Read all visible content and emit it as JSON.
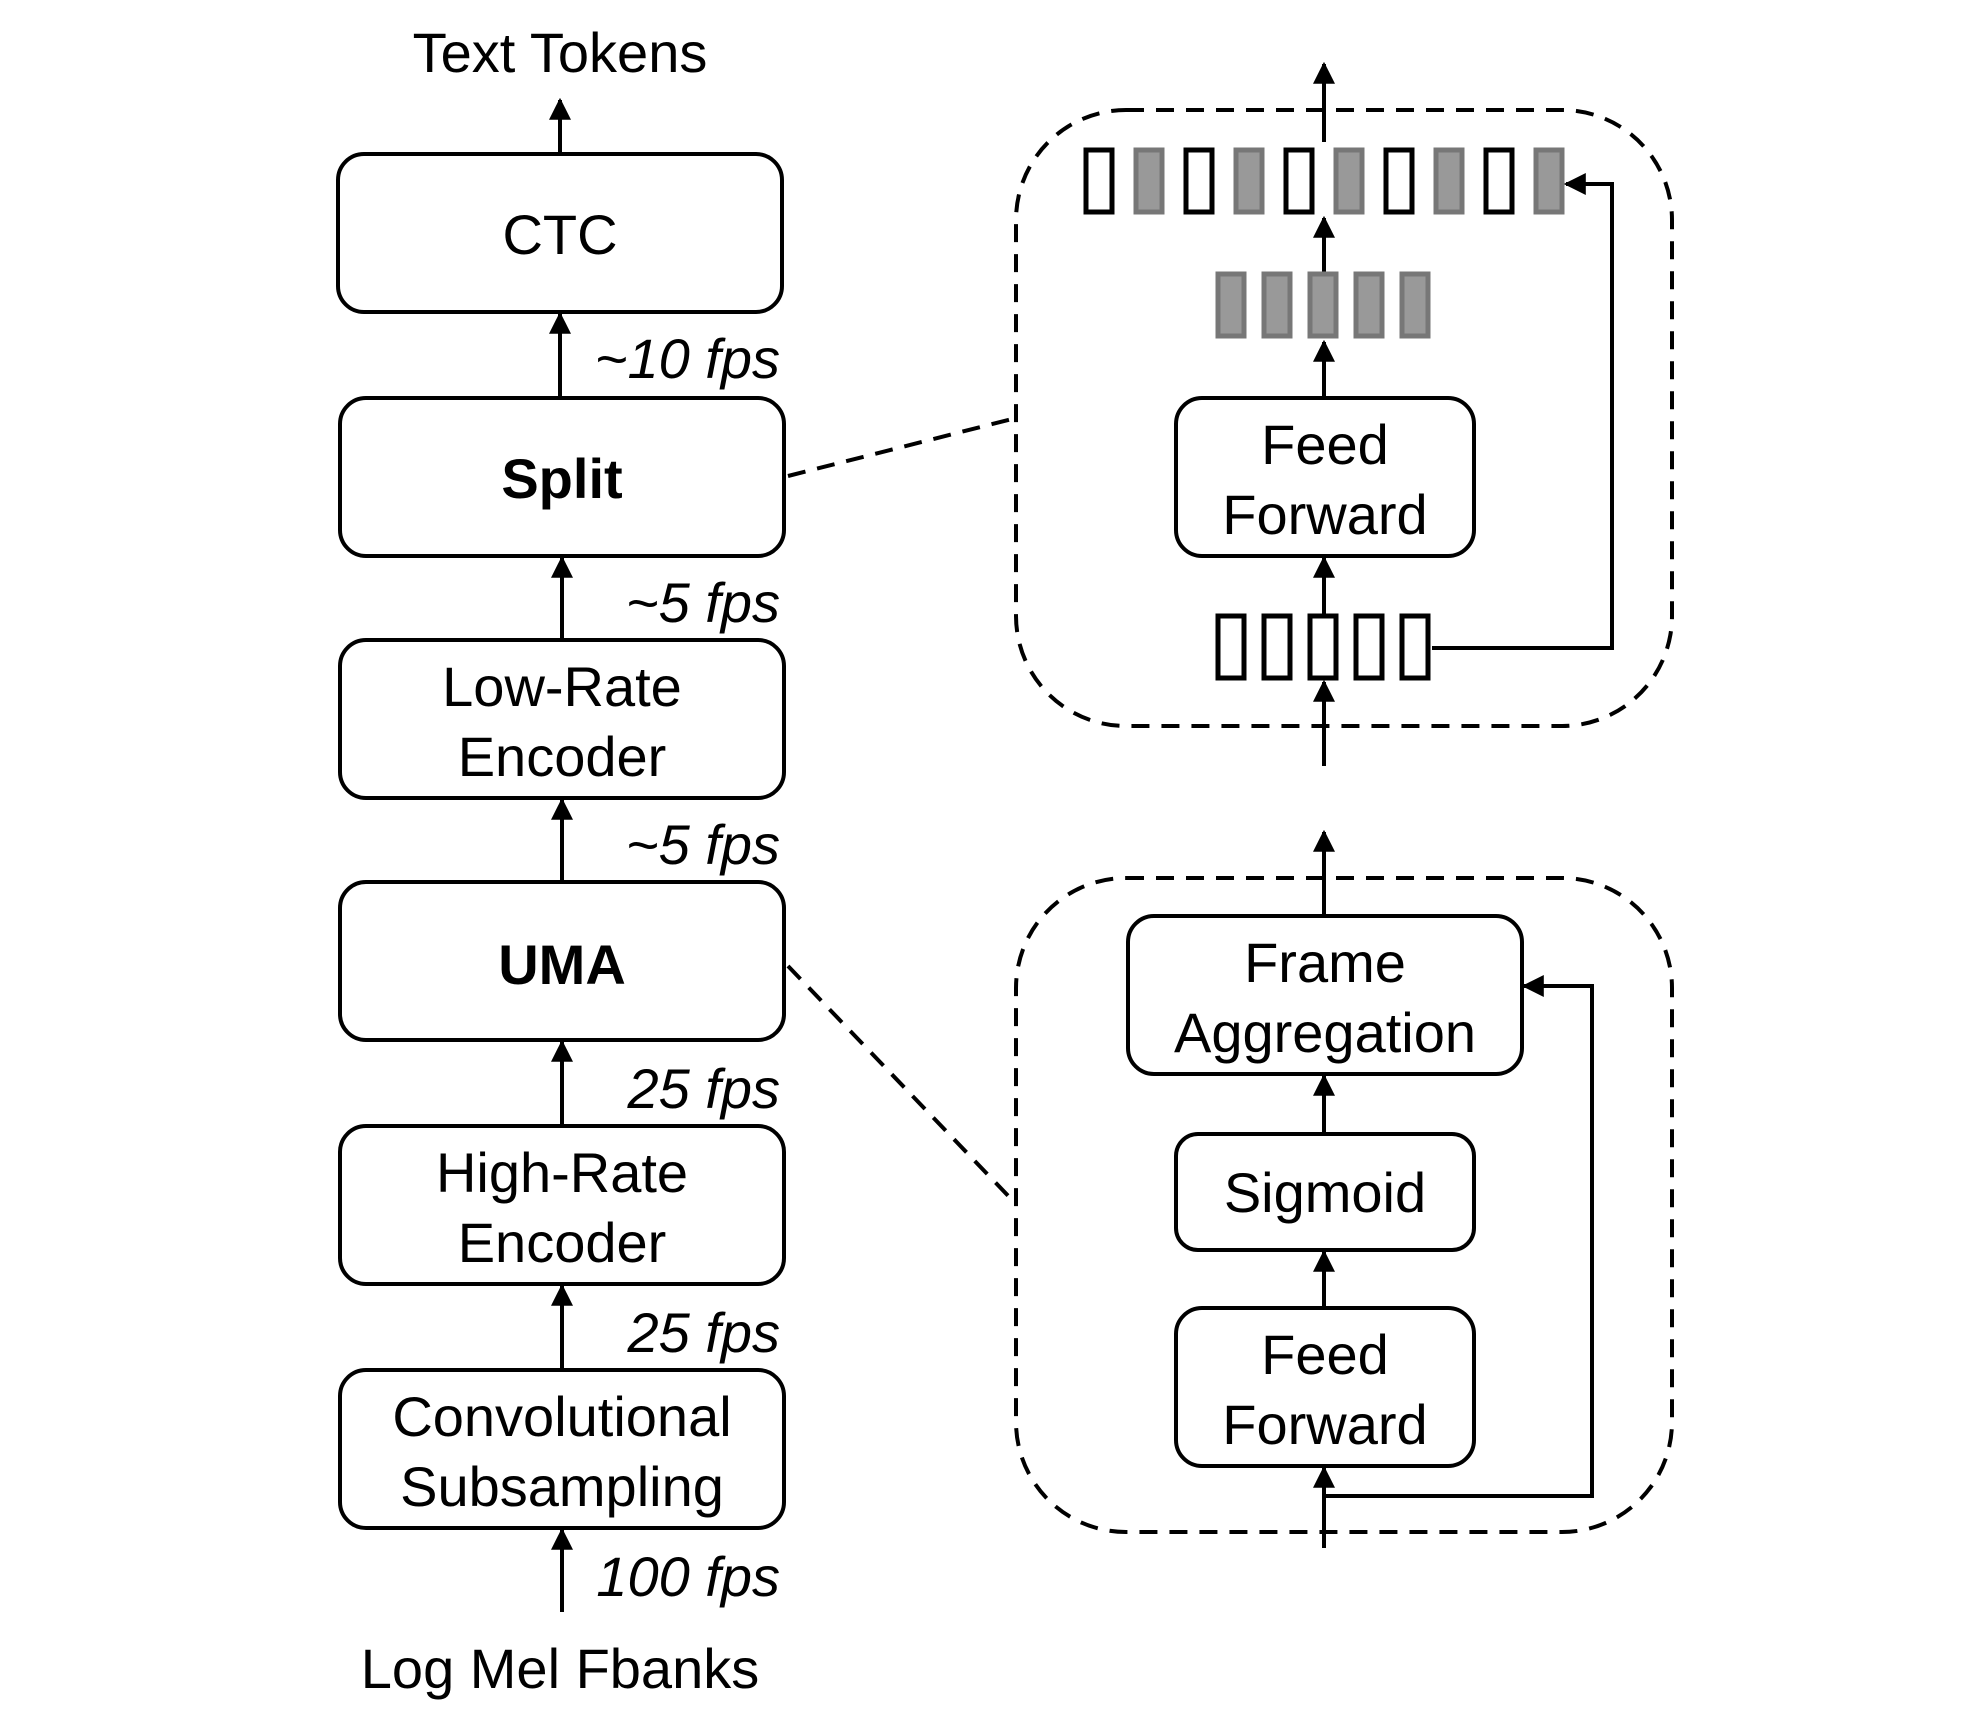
{
  "pipeline": {
    "output_label": "Text Tokens",
    "input_label": "Log Mel Fbanks",
    "blocks": {
      "ctc": "CTC",
      "split": "Split",
      "low_rate_1": "Low-Rate",
      "low_rate_2": "Encoder",
      "uma": "UMA",
      "high_rate_1": "High-Rate",
      "high_rate_2": "Encoder",
      "conv_1": "Convolutional",
      "conv_2": "Subsampling"
    },
    "rates": {
      "after_split": "~10 fps",
      "after_low_rate": "~5 fps",
      "after_uma": "~5 fps",
      "after_high_rate": "25 fps",
      "after_conv": "25 fps",
      "input": "100 fps"
    }
  },
  "split_detail": {
    "ff_1": "Feed",
    "ff_2": "Forward",
    "input_token_count": 5,
    "projected_token_count": 5,
    "output_token_count": 10
  },
  "uma_detail": {
    "frame_agg_1": "Frame",
    "frame_agg_2": "Aggregation",
    "sigmoid": "Sigmoid",
    "ff_1": "Feed",
    "ff_2": "Forward"
  },
  "colors": {
    "stroke": "#000000",
    "token_fill_gray": "#999999",
    "token_stroke_gray": "#777777"
  }
}
